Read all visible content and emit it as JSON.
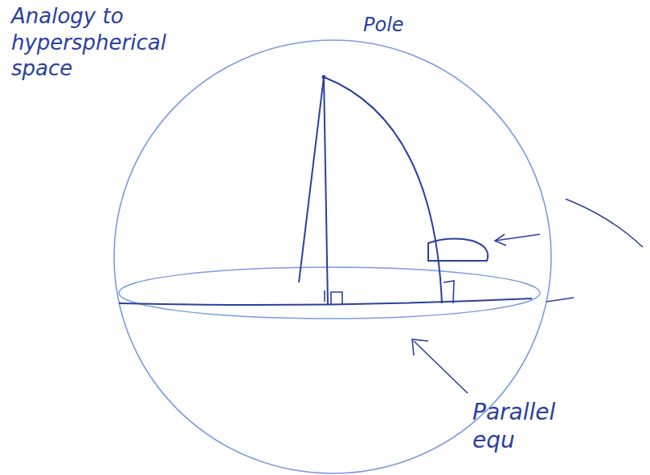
{
  "diagram": {
    "labels": [
      "Analogy to hyperspherical space",
      "Pole",
      "Parallel equ"
    ]
  }
}
